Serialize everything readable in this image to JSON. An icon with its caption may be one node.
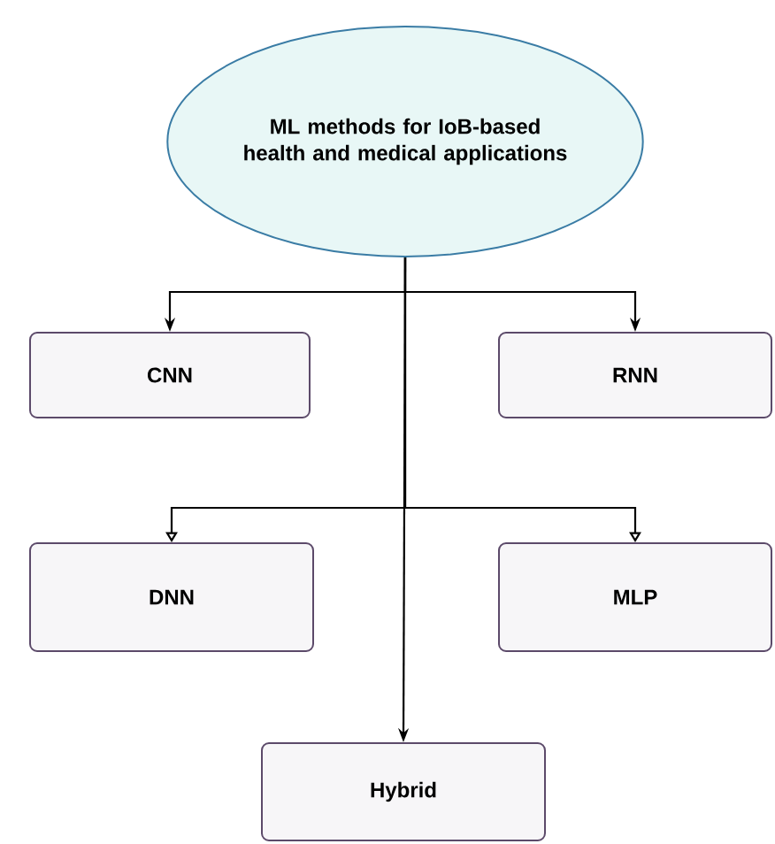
{
  "diagram": {
    "nodes": [
      {
        "text": [
          "ML methods for IoB-based health and medical applications"
        ]
      },
      {
        "text": [
          "CNN"
        ]
      },
      {
        "text": [
          "RNN"
        ]
      },
      {
        "text": [
          "DNN"
        ]
      },
      {
        "text": [
          "MLP"
        ]
      },
      {
        "text": [
          "Hybrid"
        ]
      }
    ],
    "edges": [
      {
        "from": 0,
        "to": 1,
        "arrow": "to"
      },
      {
        "from": 0,
        "to": 2,
        "arrow": "to"
      },
      {
        "from": 0,
        "to": 3,
        "arrow": "to"
      },
      {
        "from": 0,
        "to": 4,
        "arrow": "to"
      },
      {
        "from": 0,
        "to": 5,
        "arrow": "to"
      }
    ]
  }
}
